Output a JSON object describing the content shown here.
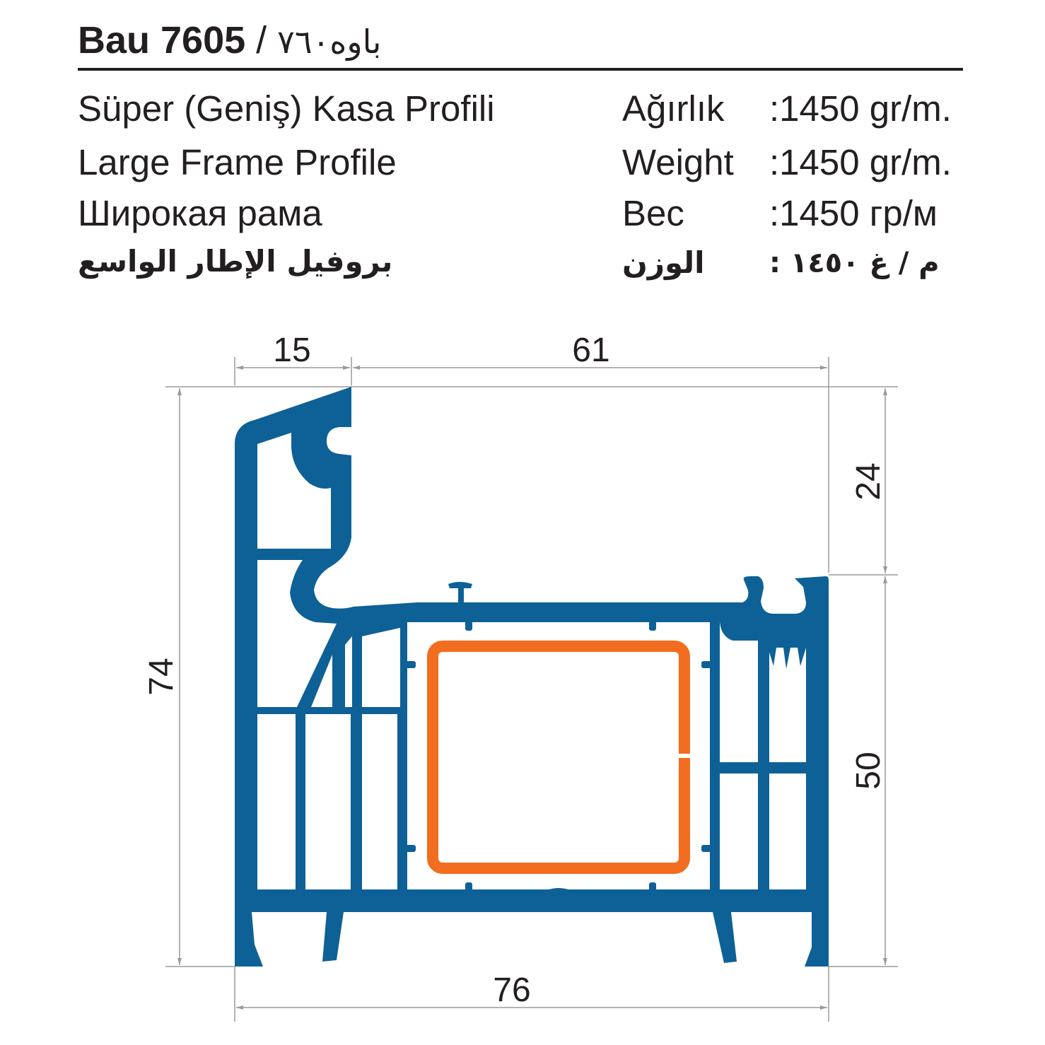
{
  "header": {
    "model": "Bau 7605",
    "separator": " / ",
    "model_arabic": "باوه٧٦٠"
  },
  "profile_names": {
    "turkish": "Süper (Geniş) Kasa Profili",
    "english": "Large Frame Profile",
    "russian": "Широкая рама",
    "arabic": "بروفيل الإطار الواسع"
  },
  "weight": {
    "turkish_label": "Ağırlık",
    "english_label": "Weight",
    "russian_label": "Вес",
    "arabic_label": "الوزن",
    "turkish_value": ":1450 gr/m.",
    "english_value": ":1450 gr/m.",
    "russian_value": ":1450 гр/м",
    "arabic_value": ": م / غ ١٤٥٠"
  },
  "dimensions": {
    "top_left_width": "15",
    "top_right_width": "61",
    "total_width": "76",
    "total_height": "74",
    "upper_right_height": "24",
    "lower_right_height": "50"
  },
  "colors": {
    "profile": "#0e6196",
    "reinforcement": "#f26d1f",
    "dimension_lines": "#9a9a9a",
    "text": "#231f20"
  }
}
